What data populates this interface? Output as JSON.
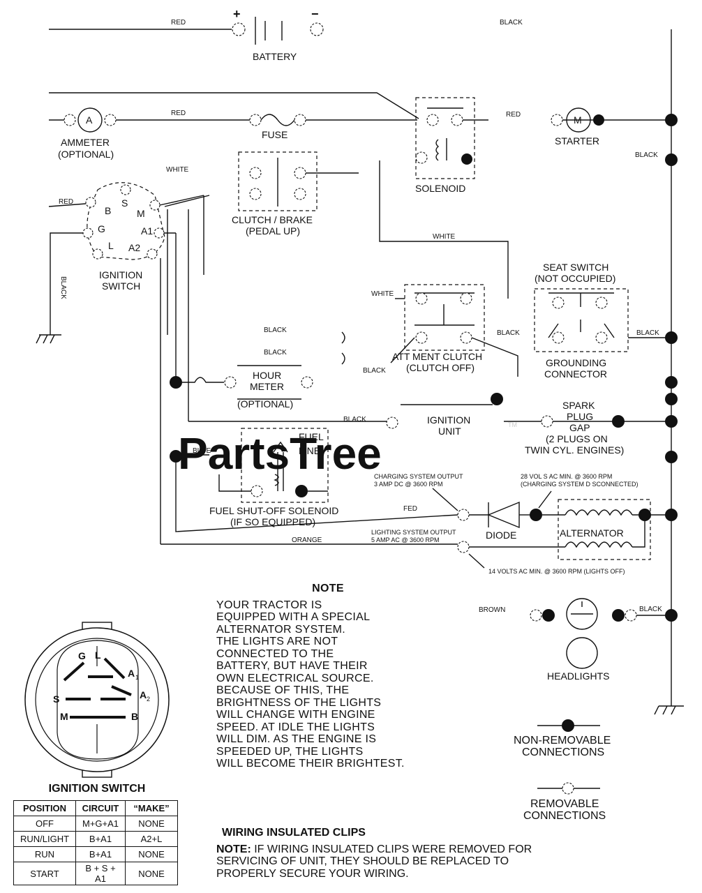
{
  "watermark": "PartsTree",
  "trademark": "TM",
  "components": {
    "battery": "BATTERY",
    "battery_plus": "+",
    "battery_minus": "−",
    "ammeter": [
      "AMMETER",
      "(OPTIONAL)"
    ],
    "ammeter_symbol": "A",
    "fuse": "FUSE",
    "solenoid": "SOLENOID",
    "starter": "STARTER",
    "starter_symbol": "M",
    "clutch_brake": [
      "CLUTCH / BRAKE",
      "(PEDAL UP)"
    ],
    "ignition_switch": [
      "IGNITION",
      "SWITCH"
    ],
    "ignition_terminals": [
      "B",
      "S",
      "M",
      "G",
      "A1",
      "L",
      "A2"
    ],
    "seat_switch": [
      "SEAT SWITCH",
      "(NOT OCCUPIED)"
    ],
    "attachment_clutch": [
      "ATT MENT CLUTCH",
      "(CLUTCH OFF)"
    ],
    "grounding_connector": [
      "GROUNDING",
      "CONNECTOR"
    ],
    "hour_meter": [
      "HOUR",
      "METER",
      "(OPTIONAL)"
    ],
    "ignition_unit": [
      "IGNITION",
      "UNIT"
    ],
    "spark_plug": [
      "SPARK",
      "PLUG",
      "GAP",
      "(2 PLUGS ON",
      "TWIN CYL. ENGINES)"
    ],
    "fuel_line": [
      "FUEL",
      "LINE"
    ],
    "fuel_solenoid": [
      "FUEL SHUT-OFF SOLENOID",
      "(IF SO EQUIPPED)"
    ],
    "diode": "DIODE",
    "alternator": "ALTERNATOR",
    "headlights": "HEADLIGHTS",
    "non_removable": [
      "NON-REMOVABLE",
      "CONNECTIONS"
    ],
    "removable": [
      "REMOVABLE",
      "CONNECTIONS"
    ],
    "ignition_switch_face": "IGNITION SWITCH",
    "face_terminals": [
      "G",
      "L",
      "A",
      "1",
      "S",
      "A",
      "2",
      "M",
      "B"
    ]
  },
  "wire_labels": {
    "red_battery": "RED",
    "black_top": "BLACK",
    "red_ammeter": "RED",
    "red_starter": "RED",
    "black_starter": "BLACK",
    "white_top": "WHITE",
    "red_ign": "RED",
    "black_ground": "BLACK",
    "white_mid": "WHITE",
    "white_clutch": "WHITE",
    "black_1": "BLACK",
    "black_2": "BLACK",
    "black_3": "BLACK",
    "black_att": "BLACK",
    "black_seat": "BLACK",
    "black_ign_unit": "BLACK",
    "blue": "BLUE",
    "red_fed": "FED",
    "orange": "ORANGE",
    "brown": "BROWN",
    "black_headlight": "BLACK"
  },
  "specs": {
    "charging_output": [
      "CHARGING SYSTEM OUTPUT",
      "3 AMP DC @ 3600 RPM"
    ],
    "charging_volts": [
      "28 VOL S AC MIN. @ 3600 RPM",
      "(CHARGING SYSTEM D SCONNECTED)"
    ],
    "lighting_output": [
      "LIGHTING SYSTEM OUTPUT",
      "5 AMP AC @ 3600 RPM"
    ],
    "lighting_volts": "14 VOLTS AC MIN. @ 3600 RPM (LIGHTS OFF)"
  },
  "note": {
    "title": "NOTE",
    "lines": [
      "YOUR TRACTOR IS",
      "EQUIPPED WITH A SPECIAL",
      "ALTERNATOR SYSTEM.",
      "THE LIGHTS ARE NOT",
      "CONNECTED TO THE",
      "BATTERY, BUT HAVE THEIR",
      "OWN ELECTRICAL SOURCE.",
      "BECAUSE OF THIS, THE",
      "BRIGHTNESS OF THE LIGHTS",
      "WILL CHANGE WITH ENGINE",
      "SPEED.  AT IDLE THE LIGHTS",
      "WILL DIM.  AS THE ENGINE IS",
      "SPEEDED UP, THE LIGHTS",
      "WILL BECOME THEIR BRIGHTEST."
    ]
  },
  "clips": {
    "title": "WIRING INSULATED CLIPS",
    "note_label": "NOTE:",
    "lines": [
      " IF WIRING INSULATED CLIPS WERE REMOVED FOR",
      "SERVICING OF UNIT, THEY SHOULD BE REPLACED TO",
      "PROPERLY SECURE YOUR WIRING."
    ]
  },
  "table": {
    "title": "IGNITION SWITCH",
    "headers": [
      "POSITION",
      "CIRCUIT",
      "“MAKE”"
    ],
    "rows": [
      [
        "OFF",
        "M+G+A1",
        "NONE"
      ],
      [
        "RUN/LIGHT",
        "B+A1",
        "A2+L"
      ],
      [
        "RUN",
        "B+A1",
        "NONE"
      ],
      [
        "START",
        "B + S + A1",
        "NONE"
      ]
    ]
  }
}
